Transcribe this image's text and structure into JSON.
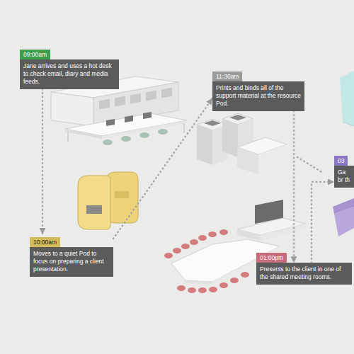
{
  "diagram": {
    "nodes": [
      {
        "text": [
          "09:00am",
          "Jane arrives and uses a hot desk to check email, diary and media feeds."
        ]
      },
      {
        "text": [
          "10:00am",
          "Moves to a quiet Pod to focus on preparing a client presentation."
        ]
      },
      {
        "text": [
          "11:30am",
          "Prints and binds all of the support material at the resource Pod."
        ]
      },
      {
        "text": [
          "01:00pm",
          "Presents to the client in one of the shared meeting rooms."
        ]
      },
      {
        "text": [
          "03",
          "Ga br th"
        ]
      }
    ],
    "edges": [
      {
        "from": 0,
        "to": 1,
        "arrow": "to"
      },
      {
        "from": 1,
        "to": 2,
        "arrow": "to"
      },
      {
        "from": 2,
        "to": 3,
        "arrow": "to"
      },
      {
        "from": 3,
        "to": 4,
        "arrow": "to"
      }
    ]
  }
}
